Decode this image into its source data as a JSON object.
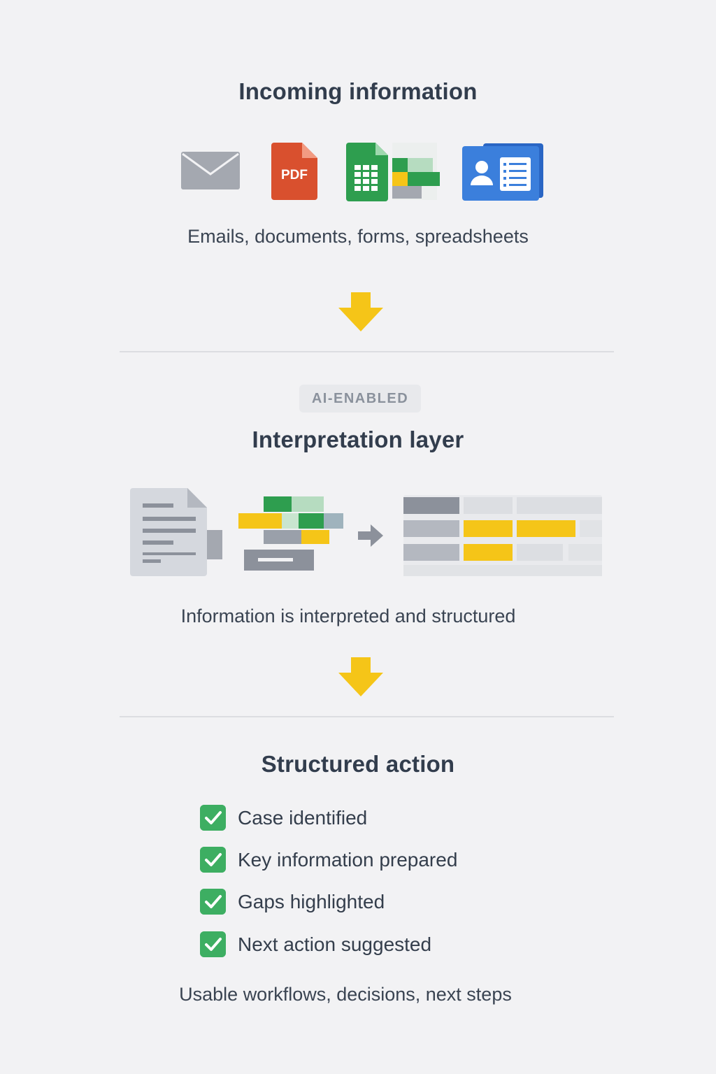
{
  "sections": {
    "incoming": {
      "title": "Incoming information",
      "caption": "Emails, documents, forms, spreadsheets",
      "icons": [
        "envelope-icon",
        "pdf-document-icon",
        "spreadsheet-icon",
        "contact-form-icon"
      ],
      "pdf_label": "PDF"
    },
    "interpretation": {
      "badge": "AI-ENABLED",
      "title": "Interpretation layer",
      "caption": "Information is interpreted and structured",
      "icons": [
        "document-icon",
        "data-blocks-icon",
        "arrow-right-icon",
        "structured-table-icon"
      ]
    },
    "action": {
      "title": "Structured action",
      "checklist": [
        "Case identified",
        "Key information prepared",
        "Gaps highlighted",
        "Next action suggested"
      ],
      "caption": "Usable workflows, decisions, next steps"
    }
  },
  "colors": {
    "background": "#f2f2f4",
    "arrow": "#f5c518",
    "check": "#3dae62",
    "pdf": "#d9502e",
    "sheet": "#2e9e4f",
    "contact": "#3b7fdc",
    "grey": "#9aa0aa"
  }
}
